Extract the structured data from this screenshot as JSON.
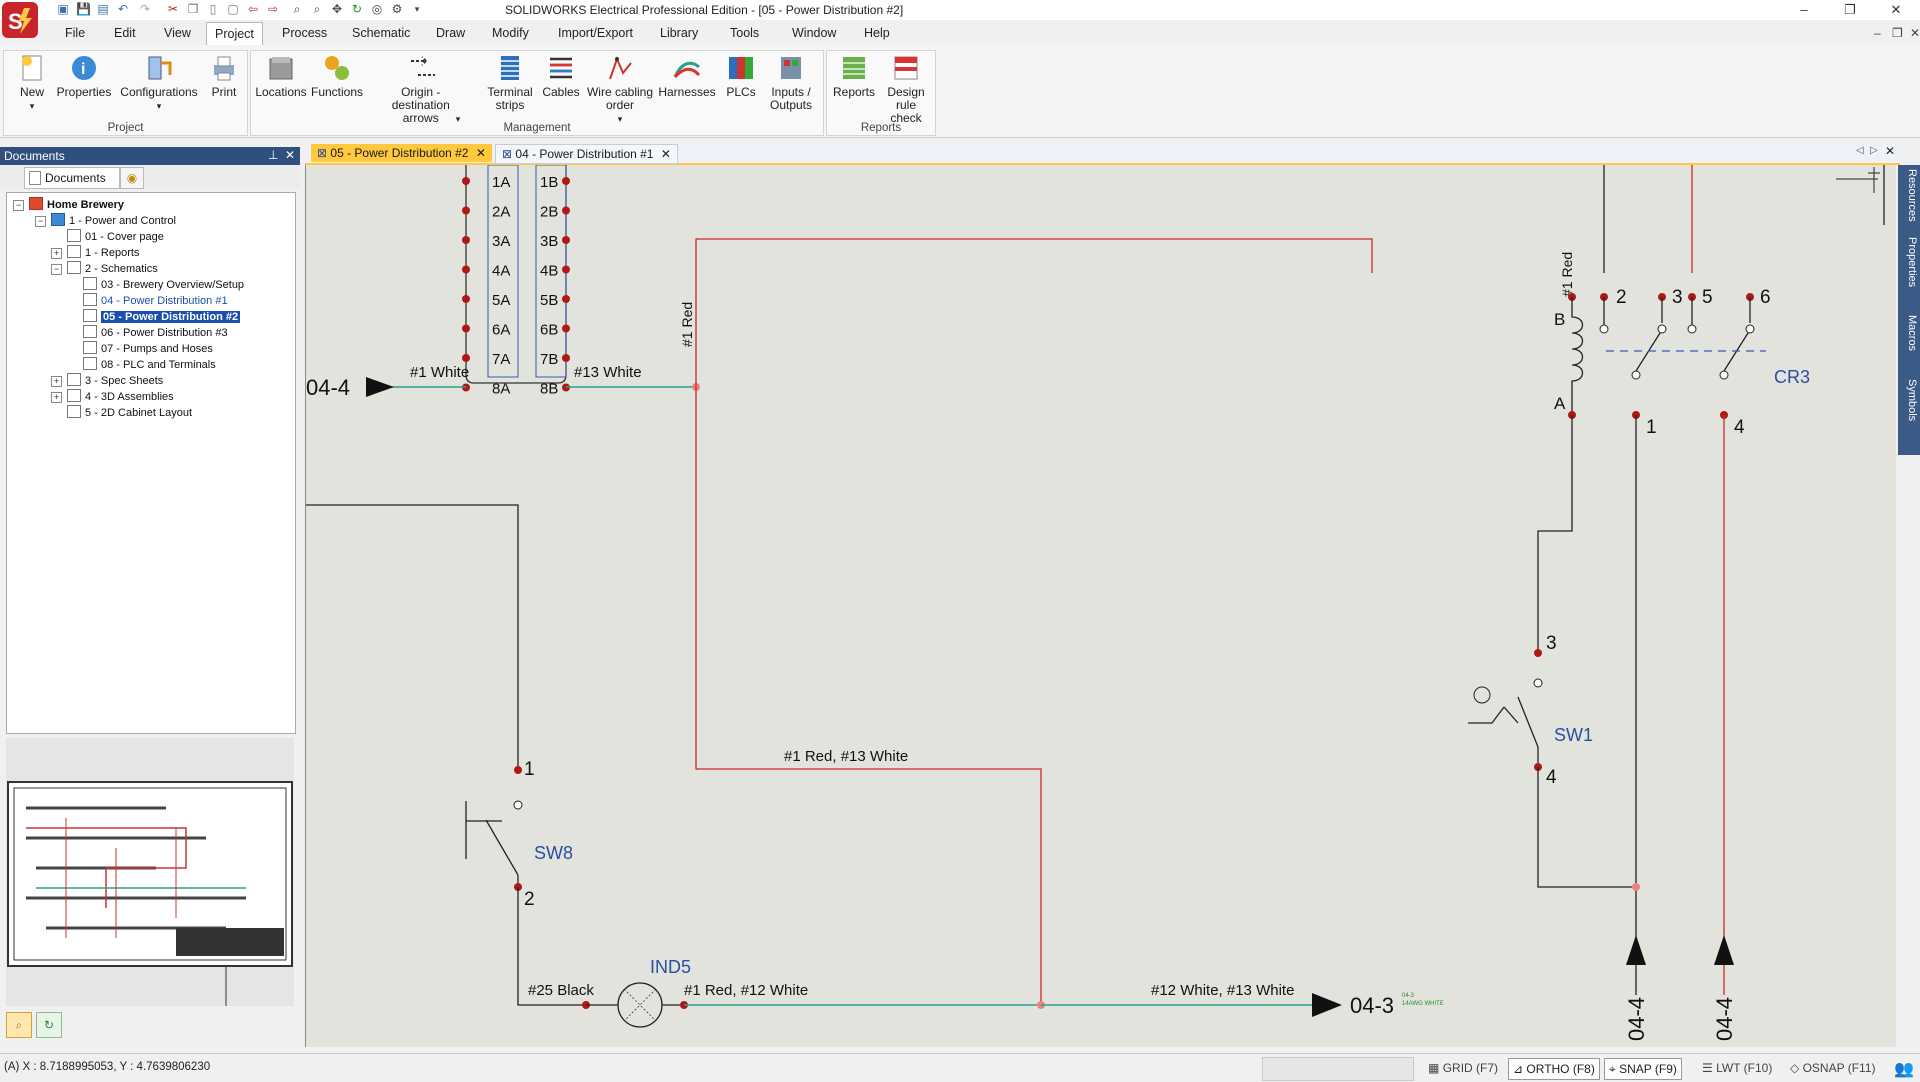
{
  "window": {
    "title": "SOLIDWORKS Electrical Professional Edition - [05 - Power Distribution #2]",
    "minimize": "–",
    "maximize": "❐",
    "close": "✕"
  },
  "menu": [
    "File",
    "Edit",
    "View",
    "Project",
    "Process",
    "Schematic",
    "Draw",
    "Modify",
    "Import/Export",
    "Library",
    "Tools",
    "Window",
    "Help"
  ],
  "menu_active": "Project",
  "ribbon": {
    "groups": [
      {
        "label": "Project",
        "buttons": [
          {
            "label": "New",
            "icon": "new-project-icon"
          },
          {
            "label": "Properties",
            "icon": "properties-icon"
          },
          {
            "label": "Configurations",
            "icon": "configurations-icon"
          },
          {
            "label": "Print",
            "icon": "print-icon"
          }
        ]
      },
      {
        "label": "Management",
        "buttons": [
          {
            "label": "Locations",
            "icon": "locations-icon"
          },
          {
            "label": "Functions",
            "icon": "functions-icon"
          },
          {
            "label": "Origin - destination arrows",
            "icon": "origin-destination-arrows-icon"
          },
          {
            "label": "Terminal strips",
            "icon": "terminal-strips-icon"
          },
          {
            "label": "Cables",
            "icon": "cables-icon"
          },
          {
            "label": "Wire cabling order",
            "icon": "wire-cabling-order-icon"
          },
          {
            "label": "Harnesses",
            "icon": "harnesses-icon"
          },
          {
            "label": "PLCs",
            "icon": "plcs-icon"
          },
          {
            "label": "Inputs / Outputs",
            "icon": "inputs-outputs-icon"
          }
        ]
      },
      {
        "label": "Reports",
        "buttons": [
          {
            "label": "Reports",
            "icon": "reports-icon"
          },
          {
            "label": "Design rule check",
            "icon": "design-rule-check-icon"
          }
        ]
      }
    ]
  },
  "documents_panel": {
    "title": "Documents",
    "tab": "Documents",
    "tree": [
      {
        "label": "Home Brewery",
        "level": 0,
        "bold": true
      },
      {
        "label": "1 - Power and Control",
        "level": 1
      },
      {
        "label": "01 - Cover page",
        "level": 2
      },
      {
        "label": "1 - Reports",
        "level": 2
      },
      {
        "label": "2 - Schematics",
        "level": 2
      },
      {
        "label": "03 - Brewery Overview/Setup",
        "level": 3
      },
      {
        "label": "04 - Power Distribution #1",
        "level": 3,
        "link": true
      },
      {
        "label": "05 - Power Distribution #2",
        "level": 3,
        "selected": true
      },
      {
        "label": "06 - Power Distribution #3",
        "level": 3
      },
      {
        "label": "07 - Pumps and Hoses",
        "level": 3
      },
      {
        "label": "08 - PLC and Terminals",
        "level": 3
      },
      {
        "label": "3 - Spec Sheets",
        "level": 2
      },
      {
        "label": "4 - 3D Assemblies",
        "level": 2
      },
      {
        "label": "5 - 2D Cabinet Layout",
        "level": 2
      }
    ]
  },
  "canvas_tabs": [
    {
      "label": "05 - Power Distribution #2",
      "active": true
    },
    {
      "label": "04 - Power Distribution #1",
      "active": false
    }
  ],
  "right_panel_tabs": [
    "Resources",
    "Properties",
    "Macros",
    "Symbols"
  ],
  "schematic": {
    "terminals_left": [
      "1A",
      "2A",
      "3A",
      "4A",
      "5A",
      "6A",
      "7A",
      "8A"
    ],
    "terminals_right": [
      "1B",
      "2B",
      "3B",
      "4B",
      "5B",
      "6B",
      "7B",
      "8B"
    ],
    "arrow_left_label": "04-4",
    "wire_8a": "#1 White",
    "wire_8b": "#13 White",
    "wire_red_vertical": "#1 Red",
    "wire_red_vertical_2": "#1 Red",
    "wire_red_white": "#1 Red, #13 White",
    "wire_black": "#25 Black",
    "wire_ind5": "#1 Red, #12 White",
    "wire_bottom": "#12 White, #13 White",
    "arrow_right_label": "04-3",
    "arrow_right_small1": "04-3",
    "arrow_right_small2": "14AWG WHITE",
    "sw8": {
      "tag": "SW8",
      "pin1": "1",
      "pin2": "2"
    },
    "ind5": {
      "tag": "IND5"
    },
    "sw1": {
      "tag": "SW1",
      "pin3": "3",
      "pin4": "4"
    },
    "cr3": {
      "tag": "CR3",
      "pins": [
        "2",
        "3",
        "5",
        "6",
        "1",
        "4"
      ],
      "coil_b": "B",
      "coil_a": "A"
    },
    "bottom_arrows": [
      "04-4",
      "04-4"
    ]
  },
  "statusbar": {
    "coords": "(A) X : 8.7188995053, Y : 4.7639806230",
    "toggles": [
      {
        "label": "GRID (F7)",
        "on": false
      },
      {
        "label": "ORTHO (F8)",
        "on": true
      },
      {
        "label": "SNAP (F9)",
        "on": true
      },
      {
        "label": "LWT (F10)",
        "on": false
      },
      {
        "label": "OSNAP (F11)",
        "on": false
      }
    ]
  },
  "colors": {
    "accent": "#ffc83d",
    "panel_header": "#2f4f7f",
    "wire_red": "#cc2a2a",
    "wire_teal": "#2aa08a",
    "tag_blue": "#2a4fa0"
  }
}
